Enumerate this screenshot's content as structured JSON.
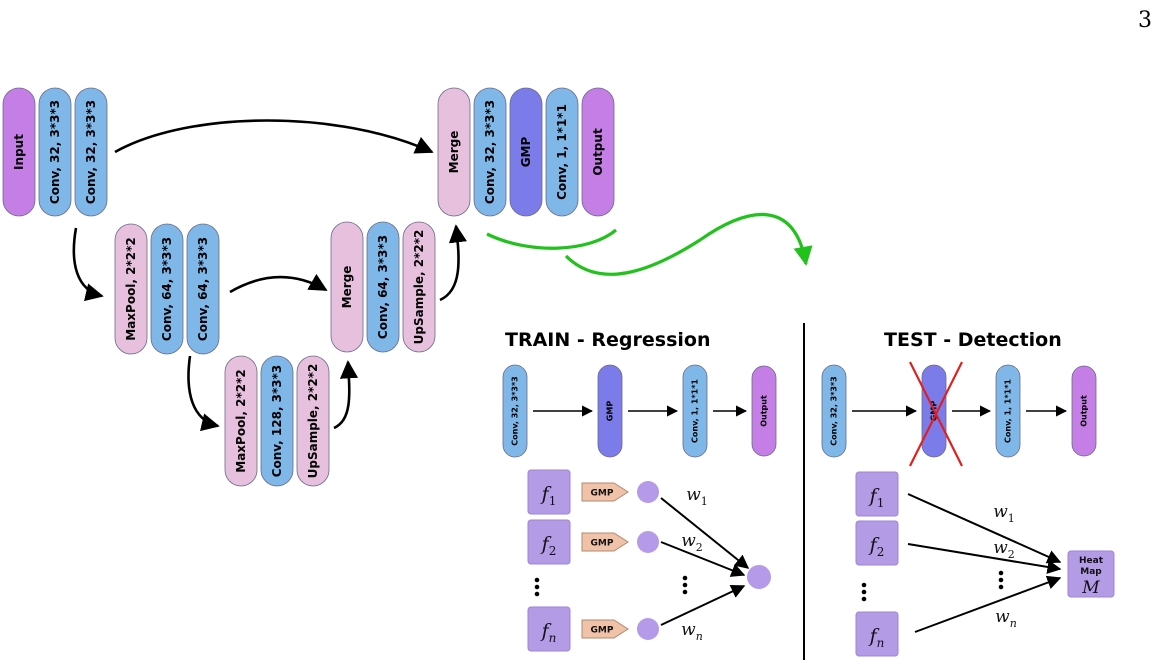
{
  "page_number": "3",
  "colors": {
    "input": "#c57ee6",
    "conv": "#7fb8e8",
    "pool": "#e7c0dd",
    "gmp": "#7b7bea",
    "output": "#c57ee6",
    "feature": "#b39be6",
    "node": "#b49ae8",
    "gmp_arrow": "#f0c3a8",
    "green_arrow": "#21c21b",
    "cross": "#e02020",
    "outline": "#6a6a8a"
  },
  "unet": {
    "level0": [
      "Input",
      "Conv, 32, 3*3*3",
      "Conv, 32, 3*3*3"
    ],
    "level1": [
      "MaxPool, 2*2*2",
      "Conv, 64, 3*3*3",
      "Conv, 64, 3*3*3"
    ],
    "level2": [
      "MaxPool, 2*2*2",
      "Conv, 128, 3*3*3",
      "UpSample, 2*2*2"
    ],
    "decoder1": [
      "Merge",
      "Conv, 64, 3*3*3",
      "UpSample, 2*2*2"
    ],
    "decoder0": [
      "Merge",
      "Conv, 32, 3*3*3",
      "GMP",
      "Conv, 1, 1*1*1",
      "Output"
    ]
  },
  "train": {
    "title": "TRAIN - Regression",
    "pipeline": [
      "Conv, 32, 3*3*3",
      "GMP",
      "Conv, 1, 1*1*1",
      "Output"
    ],
    "features": [
      "f1",
      "f2",
      "fn"
    ],
    "gmp_tag": "GMP",
    "weights": [
      "w1",
      "w2",
      "wn"
    ]
  },
  "test": {
    "title": "TEST - Detection",
    "pipeline": [
      "Conv, 32, 3*3*3",
      "GMP",
      "Conv, 1, 1*1*1",
      "Output"
    ],
    "features": [
      "f1",
      "f2",
      "fn"
    ],
    "weights": [
      "w1",
      "w2",
      "wn"
    ],
    "heatmap": {
      "line1": "Heat",
      "line2": "Map",
      "symbol": "M"
    }
  }
}
